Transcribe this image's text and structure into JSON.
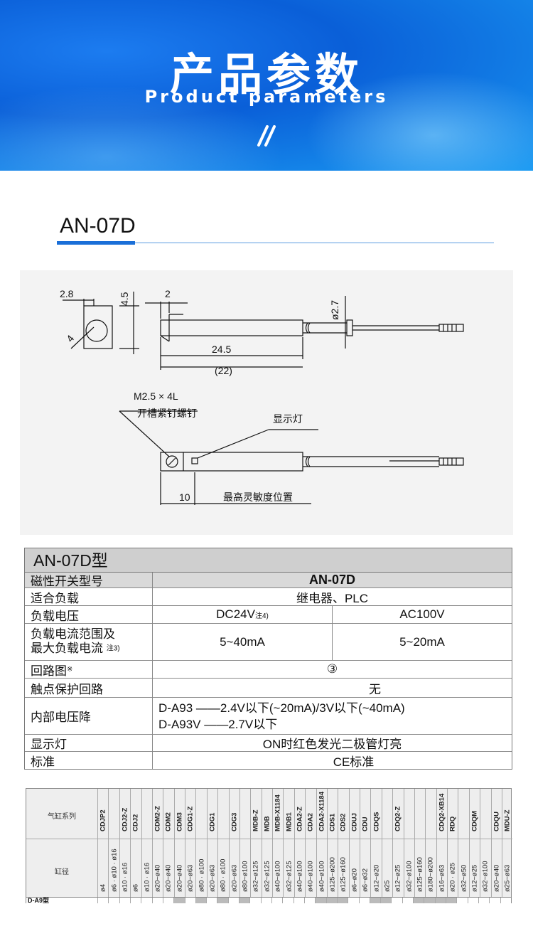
{
  "banner": {
    "title": "产品参数",
    "subtitle": "Product parameters",
    "icon": "double-slash-icon"
  },
  "model": {
    "title": "AN-07D"
  },
  "drawing": {
    "dims": {
      "w28": "2.8",
      "h45": "4.5",
      "d4": "4",
      "w2": "2",
      "phi27": "ø2.7",
      "l245": "24.5",
      "l22": "(22)",
      "screw": "M2.5 × 4L",
      "screw_desc": "开槽紧钉螺钉",
      "led": "显示灯",
      "d10": "10",
      "sens": "最高灵敏度位置"
    }
  },
  "spec": {
    "header": "AN-07D型",
    "rows": {
      "model_label": "磁性开关型号",
      "model_value": "AN-07D",
      "load_label": "适合负载",
      "load_value": "继电器、PLC",
      "voltage_label": "负载电压",
      "voltage_dc": "DC24V",
      "voltage_dc_note": "注4)",
      "voltage_ac": "AC100V",
      "current_label1": "负载电流范围及",
      "current_label2": "最大负载电流",
      "current_note": "注3)",
      "current_dc": "5~40mA",
      "current_ac": "5~20mA",
      "circuit_label": "回路图",
      "circuit_mark": "※",
      "circuit_value": "③",
      "protect_label": "触点保护回路",
      "protect_value": "无",
      "drop_label": "内部电压降",
      "drop_value1": "D-A93 ——2.4V以下(~20mA)/3V以下(~40mA)",
      "drop_value2": "D-A93V ——2.7V以下",
      "lamp_label": "显示灯",
      "lamp_value": "ON时红色发光二极管灯亮",
      "std_label": "标准",
      "std_value": "CE标准"
    }
  },
  "compat": {
    "series_label": "气缸系列",
    "bore_label": "缸径",
    "row_label": "D-A9型",
    "columns": [
      {
        "series": "CDJP2",
        "bore": "ø4"
      },
      {
        "series": "",
        "bore": "ø6 · ø10 · ø16"
      },
      {
        "series": "CDJ2-Z",
        "bore": "ø10 · ø16"
      },
      {
        "series": "CDJ2",
        "bore": "ø6"
      },
      {
        "series": "",
        "bore": "ø10 · ø16"
      },
      {
        "series": "CDM2-Z",
        "bore": "ø20~ø40"
      },
      {
        "series": "CDM2",
        "bore": "ø20~ø40"
      },
      {
        "series": "CDM3",
        "bore": "ø20~ø40"
      },
      {
        "series": "CDG1-Z",
        "bore": "ø20~ø63"
      },
      {
        "series": "",
        "bore": "ø80 · ø100"
      },
      {
        "series": "CDG1",
        "bore": "ø20~ø63"
      },
      {
        "series": "",
        "bore": "ø80 · ø100"
      },
      {
        "series": "CDG3",
        "bore": "ø20~ø63"
      },
      {
        "series": "",
        "bore": "ø80~ø100"
      },
      {
        "series": "MDB-Z",
        "bore": "ø32~ø125"
      },
      {
        "series": "MDB",
        "bore": "ø32~ø125"
      },
      {
        "series": "MDB-X1184",
        "bore": "ø40~ø100"
      },
      {
        "series": "MDB1",
        "bore": "ø32~ø125"
      },
      {
        "series": "CDA2-Z",
        "bore": "ø40~ø100"
      },
      {
        "series": "CDA2",
        "bore": "ø40~ø100"
      },
      {
        "series": "CDA2-X1184",
        "bore": "ø40~ø100"
      },
      {
        "series": "CDS1",
        "bore": "ø125~ø200"
      },
      {
        "series": "CDS2",
        "bore": "ø125~ø160"
      },
      {
        "series": "CDUJ",
        "bore": "ø6~ø20"
      },
      {
        "series": "CDU",
        "bore": "ø6~ø32"
      },
      {
        "series": "CDQS",
        "bore": "ø12~ø20"
      },
      {
        "series": "",
        "bore": "ø25"
      },
      {
        "series": "CDQ2-Z",
        "bore": "ø12~ø25"
      },
      {
        "series": "",
        "bore": "ø32~ø100"
      },
      {
        "series": "",
        "bore": "ø125~ø160"
      },
      {
        "series": "",
        "bore": "ø180~ø200"
      },
      {
        "series": "CDQ2-XB14",
        "bore": "ø16~ø63"
      },
      {
        "series": "RDQ",
        "bore": "ø20 · ø25"
      },
      {
        "series": "",
        "bore": "ø32~ø50"
      },
      {
        "series": "CDQM",
        "bore": "ø12~ø25"
      },
      {
        "series": "",
        "bore": "ø32~ø100"
      },
      {
        "series": "CDQU",
        "bore": "ø20~ø40"
      },
      {
        "series": "MDU-Z",
        "bore": "ø25~ø63"
      }
    ]
  }
}
